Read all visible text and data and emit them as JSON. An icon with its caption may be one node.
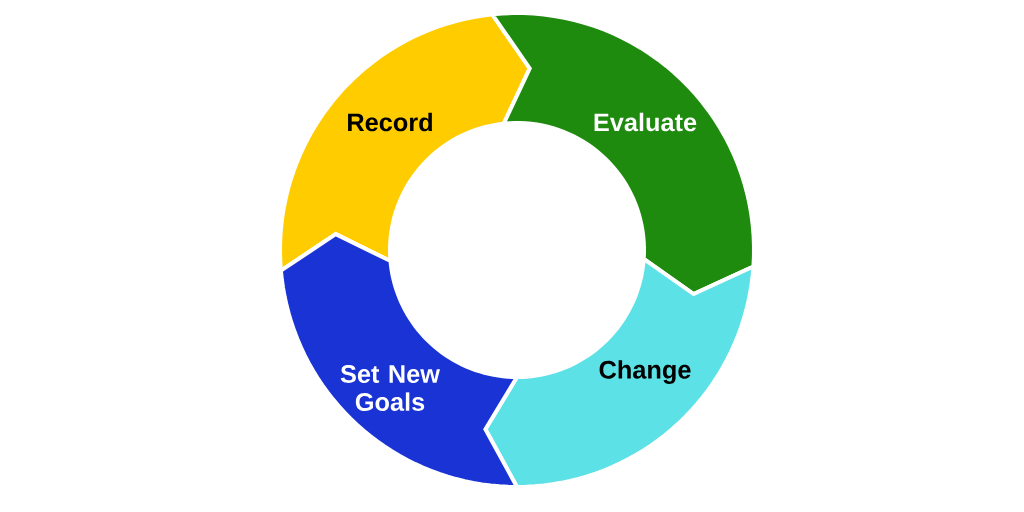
{
  "diagram": {
    "nodes": [
      {
        "text": [
          "Record"
        ]
      },
      {
        "text": [
          "Evaluate"
        ]
      },
      {
        "text": [
          "Change"
        ]
      },
      {
        "text": [
          "Set New Goals"
        ]
      }
    ]
  }
}
